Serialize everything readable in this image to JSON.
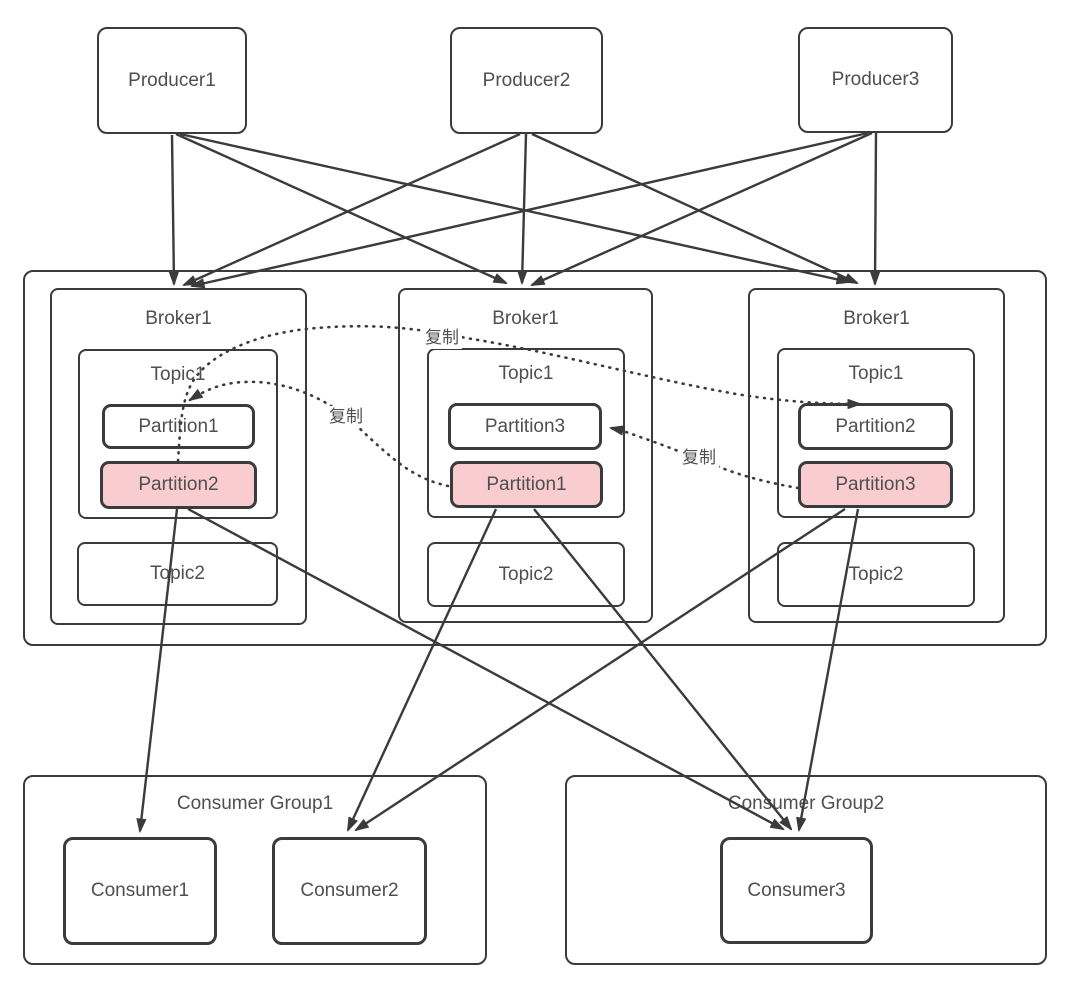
{
  "diagram": {
    "producers": [
      {
        "label": "Producer1"
      },
      {
        "label": "Producer2"
      },
      {
        "label": "Producer3"
      }
    ],
    "cluster": {
      "brokers": [
        {
          "label": "Broker1",
          "topic1": {
            "label": "Topic1",
            "partitions": [
              {
                "label": "Partition1",
                "leader": false
              },
              {
                "label": "Partition2",
                "leader": true
              }
            ]
          },
          "topic2": {
            "label": "Topic2"
          }
        },
        {
          "label": "Broker1",
          "topic1": {
            "label": "Topic1",
            "partitions": [
              {
                "label": "Partition3",
                "leader": false
              },
              {
                "label": "Partition1",
                "leader": true
              }
            ]
          },
          "topic2": {
            "label": "Topic2"
          }
        },
        {
          "label": "Broker1",
          "topic1": {
            "label": "Topic1",
            "partitions": [
              {
                "label": "Partition2",
                "leader": false
              },
              {
                "label": "Partition3",
                "leader": true
              }
            ]
          },
          "topic2": {
            "label": "Topic2"
          }
        }
      ]
    },
    "consumer_groups": [
      {
        "label": "Consumer Group1",
        "consumers": [
          {
            "label": "Consumer1"
          },
          {
            "label": "Consumer2"
          }
        ]
      },
      {
        "label": "Consumer Group2",
        "consumers": [
          {
            "label": "Consumer3"
          }
        ]
      }
    ],
    "replication_labels": [
      "复制",
      "复制",
      "复制"
    ],
    "edges": {
      "producer_to_broker": [
        "Producer1→Broker1(left)",
        "Producer1→Broker1(middle)",
        "Producer1→Broker1(right)",
        "Producer2→Broker1(left)",
        "Producer2→Broker1(middle)",
        "Producer2→Broker1(right)",
        "Producer3→Broker1(left)",
        "Producer3→Broker1(middle)",
        "Producer3→Broker1(right)"
      ],
      "partition_to_consumer": [
        "Partition2(left,leader)→Consumer1",
        "Partition2(left,leader)→Consumer3",
        "Partition1(middle,leader)→Consumer2",
        "Partition1(middle,leader)→Consumer3",
        "Partition3(right,leader)→Consumer2",
        "Partition3(right,leader)→Consumer3"
      ],
      "replication": [
        "Partition2(left,leader)→Partition2(right,follower)",
        "Partition1(middle,leader)→Partition1(left,follower)",
        "Partition3(right,leader)→Partition3(middle,follower)"
      ]
    },
    "colors": {
      "leader_partition_fill": "#f9cdd0",
      "line": "#3b3b3b",
      "text": "#4f4f4f",
      "box_fill": "#ffffff"
    }
  }
}
